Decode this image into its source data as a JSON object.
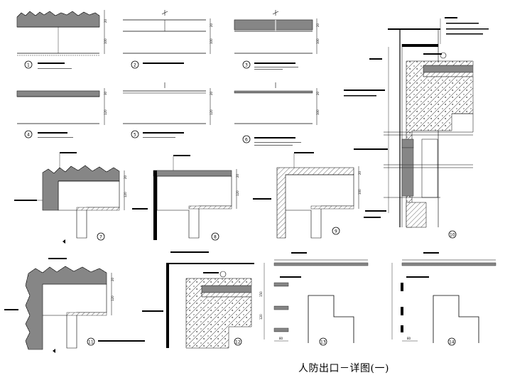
{
  "sheet_title": "人防出口－详图(一)",
  "detail_numbers": [
    "1",
    "2",
    "3",
    "4",
    "5",
    "6",
    "7",
    "8",
    "9",
    "10",
    "11",
    "12",
    "13",
    "14"
  ],
  "dims": {
    "d1": "20",
    "d2": "100",
    "d3": "20",
    "d4": "100",
    "d5": "20",
    "d6": "100",
    "d7": "30",
    "d8": "120",
    "d9": "20",
    "d10": "120",
    "d11": "20",
    "d12": "100",
    "d13": "20",
    "d14": "120",
    "d15": "20",
    "d16": "120",
    "d17": "20",
    "d18": "100",
    "d19": "20",
    "d20": "120",
    "d21": "150",
    "d22": "120",
    "d23": "80",
    "d24": "80"
  }
}
